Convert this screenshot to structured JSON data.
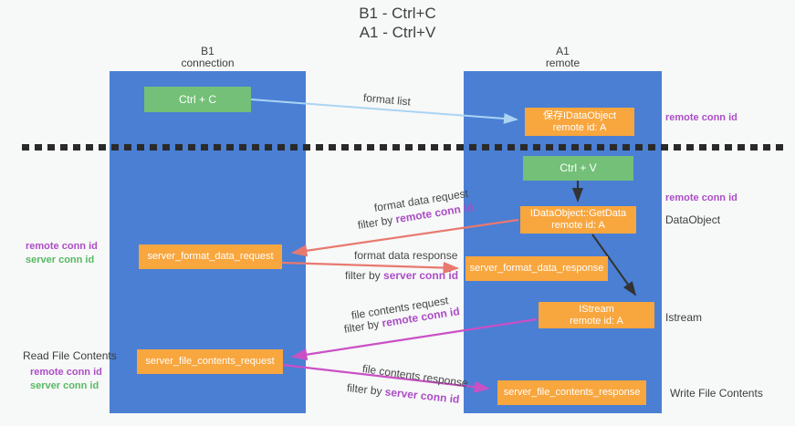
{
  "title": {
    "line1": "B1 - Ctrl+C",
    "line2": "A1 - Ctrl+V"
  },
  "lanes": {
    "left": {
      "name": "B1",
      "role": "connection"
    },
    "right": {
      "name": "A1",
      "role": "remote"
    }
  },
  "nodes": {
    "ctrl_c": {
      "label": "Ctrl + C"
    },
    "save_dataobject": {
      "line1": "保存IDataObject",
      "line2": "remote id: A"
    },
    "ctrl_v": {
      "label": "Ctrl + V"
    },
    "getdata": {
      "line1": "IDataObject::GetData",
      "line2": "remote id: A"
    },
    "format_request": {
      "label": "server_format_data_request"
    },
    "format_response": {
      "label": "server_format_data_response"
    },
    "istream": {
      "line1": "IStream",
      "line2": "remote id: A"
    },
    "file_request": {
      "label": "server_file_contents_request"
    },
    "file_response": {
      "label": "server_file_contents_response"
    }
  },
  "flows": {
    "format_list": "format list",
    "format_data_request": "format data request",
    "format_data_response": "format data response",
    "file_contents_request": "file contents request",
    "file_contents_response": "file contents response",
    "filter_by": "filter by ",
    "remote_conn_id": "remote conn id",
    "server_conn_id": "server conn id"
  },
  "annotations": {
    "remote_conn_id": "remote conn id",
    "server_conn_id": "server conn id",
    "dataobject": "DataObject",
    "istream": "Istream",
    "read_file_contents": "Read File Contents",
    "write_file_contents": "Write File Contents"
  },
  "colors": {
    "lane_blue": "#4a7fd4",
    "box_green": "#74c078",
    "box_orange": "#f8a63e",
    "purple": "#ab4ec6",
    "green_label": "#58b964",
    "arrow_salmon": "#e8796f",
    "arrow_magenta": "#ca50c5",
    "arrow_light_blue": "#aad4f2",
    "arrow_black": "#333333"
  }
}
